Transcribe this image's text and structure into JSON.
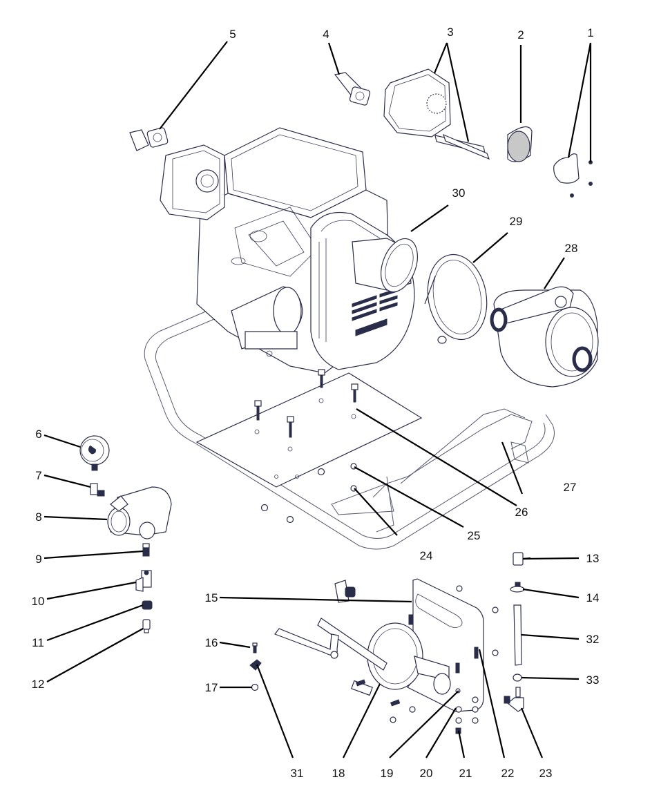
{
  "diagram": {
    "line_color": "#2a2d4a",
    "leader_color": "#000000",
    "background": "#ffffff",
    "callouts": [
      {
        "id": "1",
        "label": "1",
        "part": "muffler-guard-with-screws"
      },
      {
        "id": "2",
        "label": "2",
        "part": "muffler-gasket"
      },
      {
        "id": "3",
        "label": "3",
        "part": "muffler-and-bolts"
      },
      {
        "id": "4",
        "label": "4",
        "part": "exhaust-flange-right"
      },
      {
        "id": "5",
        "label": "5",
        "part": "exhaust-flange-left"
      },
      {
        "id": "6",
        "label": "6",
        "part": "pressure-gauge"
      },
      {
        "id": "7",
        "label": "7",
        "part": "elbow-fitting"
      },
      {
        "id": "8",
        "label": "8",
        "part": "discharge-valve"
      },
      {
        "id": "9",
        "label": "9",
        "part": "nipple-fitting"
      },
      {
        "id": "10",
        "label": "10",
        "part": "drain-valve"
      },
      {
        "id": "11",
        "label": "11",
        "part": "cap-nut"
      },
      {
        "id": "12",
        "label": "12",
        "part": "adapter-fitting"
      },
      {
        "id": "13",
        "label": "13",
        "part": "hex-cap"
      },
      {
        "id": "14",
        "label": "14",
        "part": "flanged-fitting"
      },
      {
        "id": "15",
        "label": "15",
        "part": "mounting-bracket"
      },
      {
        "id": "16",
        "label": "16",
        "part": "cap-screw"
      },
      {
        "id": "17",
        "label": "17",
        "part": "lock-nut"
      },
      {
        "id": "18",
        "label": "18",
        "part": "primer-pump"
      },
      {
        "id": "19",
        "label": "19",
        "part": "bracket-washer"
      },
      {
        "id": "20",
        "label": "20",
        "part": "flat-washer"
      },
      {
        "id": "21",
        "label": "21",
        "part": "hex-nut"
      },
      {
        "id": "22",
        "label": "22",
        "part": "bracket-bolt"
      },
      {
        "id": "23",
        "label": "23",
        "part": "hose-barb-elbow"
      },
      {
        "id": "24",
        "label": "24",
        "part": "frame-nut"
      },
      {
        "id": "25",
        "label": "25",
        "part": "frame-washer"
      },
      {
        "id": "26",
        "label": "26",
        "part": "engine-mount-bolt"
      },
      {
        "id": "27",
        "label": "27",
        "part": "frame"
      },
      {
        "id": "28",
        "label": "28",
        "part": "pump-housing"
      },
      {
        "id": "29",
        "label": "29",
        "part": "v-band-clamp"
      },
      {
        "id": "30",
        "label": "30",
        "part": "engine-adapter"
      },
      {
        "id": "31",
        "label": "31",
        "part": "hose-clamp"
      },
      {
        "id": "32",
        "label": "32",
        "part": "hose"
      },
      {
        "id": "33",
        "label": "33",
        "part": "small-hose-clamp"
      }
    ]
  }
}
